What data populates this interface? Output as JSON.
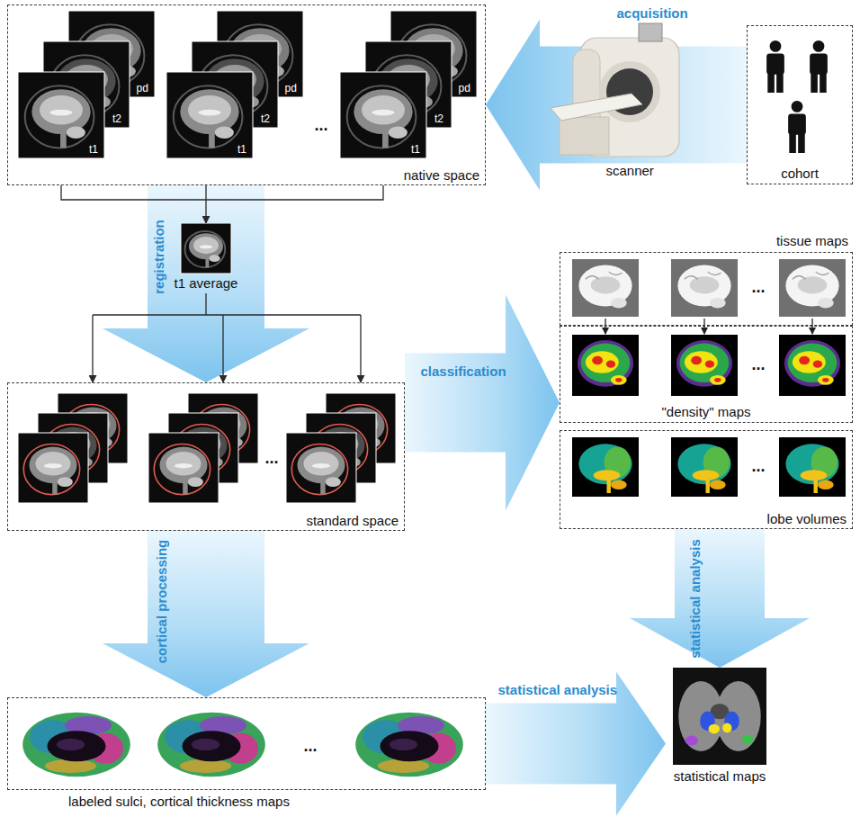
{
  "diagram": {
    "nodes": [
      {
        "text": [
          "native space"
        ]
      },
      {
        "text": [
          "cohort"
        ]
      },
      {
        "text": [
          "t1 average"
        ]
      },
      {
        "text": [
          "standard space"
        ]
      },
      {
        "text": [
          "tissue maps"
        ]
      },
      {
        "text": [
          "\"density\" maps"
        ]
      },
      {
        "text": [
          "lobe volumes"
        ]
      },
      {
        "text": [
          "labeled sulci, cortical thickness maps"
        ]
      },
      {
        "text": [
          "statistical maps"
        ]
      }
    ],
    "edges": [
      {
        "from": 1,
        "to": 0,
        "label": "acquisition",
        "arrow": "to"
      },
      {
        "from": 0,
        "to": 2,
        "arrow": "to"
      },
      {
        "from": 0,
        "to": 3,
        "label": "registration",
        "arrow": "to"
      },
      {
        "from": 2,
        "to": 3,
        "arrow": "to"
      },
      {
        "from": 3,
        "to": 5,
        "label": "classification",
        "arrow": "to"
      },
      {
        "from": 3,
        "to": 7,
        "label": "cortical processing",
        "arrow": "to"
      },
      {
        "from": 7,
        "to": 8,
        "label": "statistical analysis",
        "arrow": "to"
      },
      {
        "from": 6,
        "to": 8,
        "label": "statistical analysis",
        "arrow": "to"
      }
    ],
    "labels": [
      "pd",
      "t2",
      "t1",
      "pd",
      "t2",
      "t1",
      "...",
      "pd",
      "t2",
      "t1",
      "scanner",
      "...",
      "...",
      "...",
      "...",
      "..."
    ]
  }
}
